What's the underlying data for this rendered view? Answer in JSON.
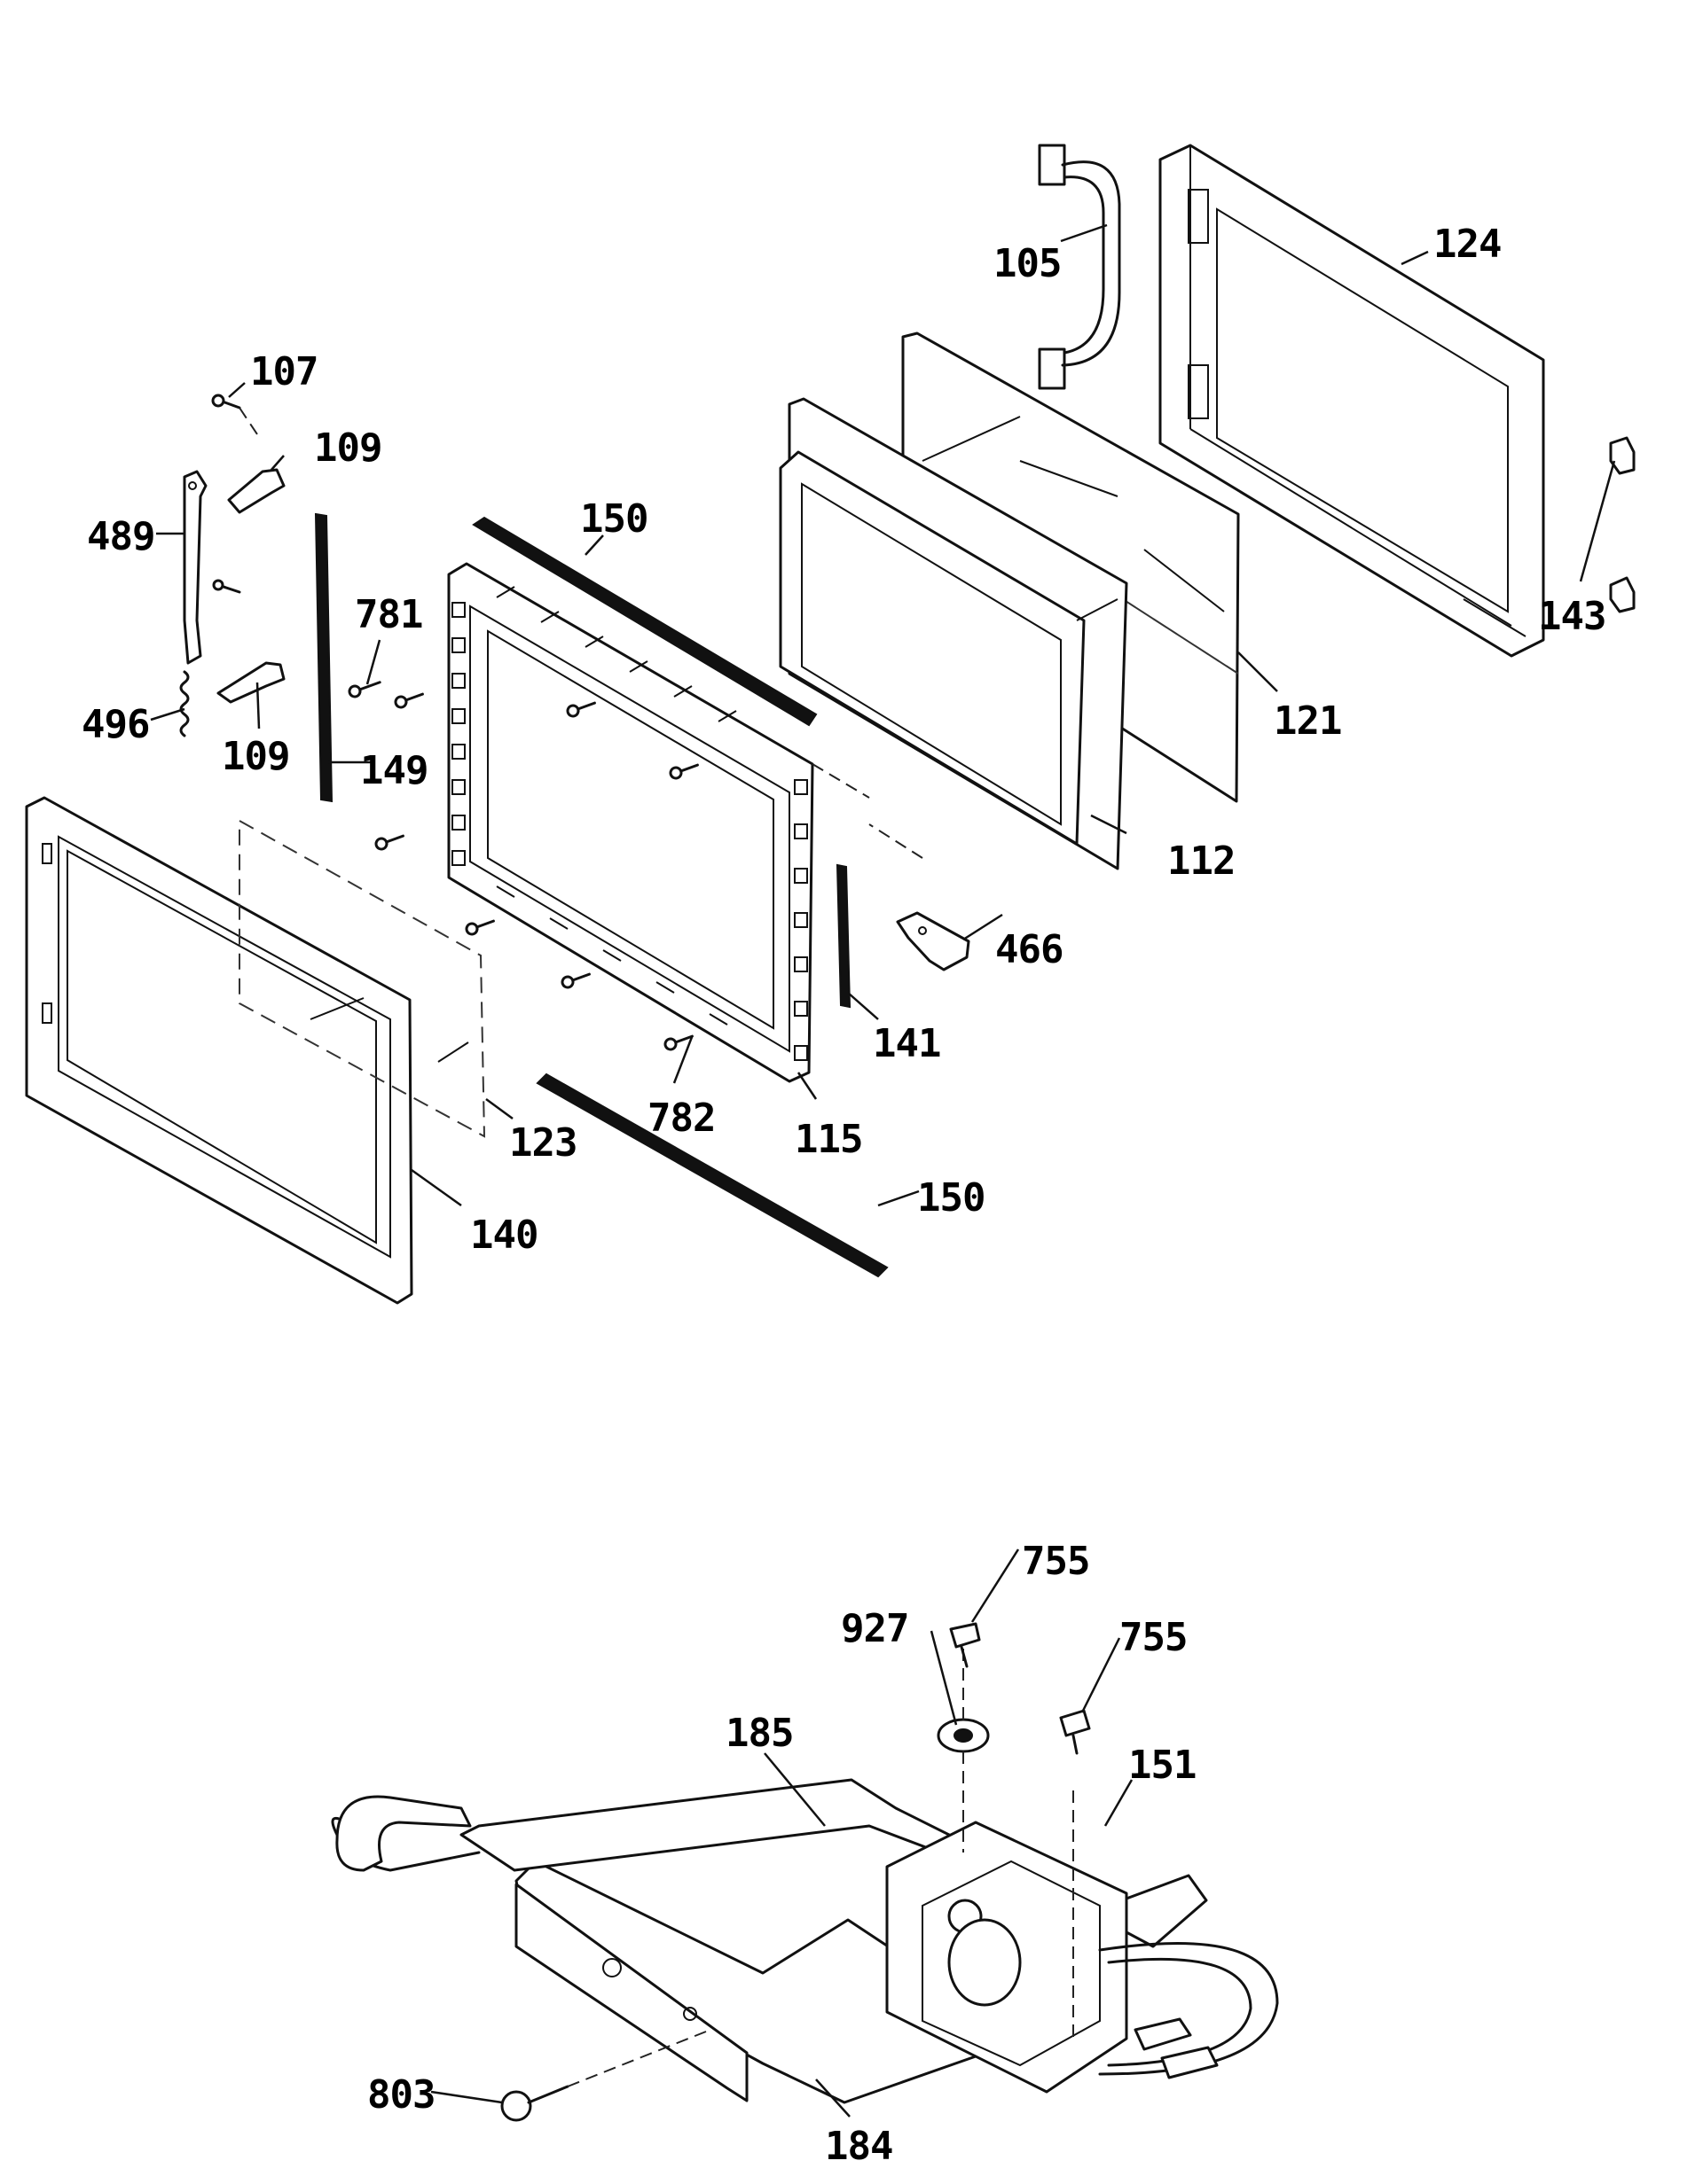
{
  "labels": {
    "p105": "105",
    "p124": "124",
    "p107": "107",
    "p109a": "109",
    "p489": "489",
    "p150a": "150",
    "p781": "781",
    "p143": "143",
    "p121": "121",
    "p496": "496",
    "p109b": "109",
    "p149": "149",
    "p112": "112",
    "p466": "466",
    "p141": "141",
    "p782": "782",
    "p115": "115",
    "p123": "123",
    "p150b": "150",
    "p140": "140",
    "p755a": "755",
    "p927": "927",
    "p755b": "755",
    "p185": "185",
    "p151": "151",
    "p803": "803",
    "p184": "184"
  }
}
